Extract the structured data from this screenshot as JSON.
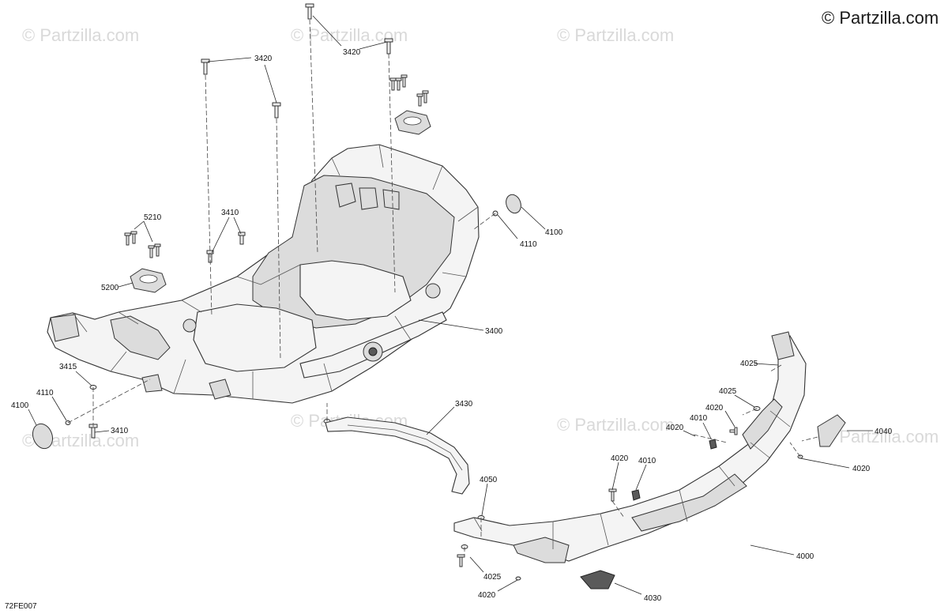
{
  "copyright": "© Partzilla.com",
  "watermark_text": "© Partzilla.com",
  "diagram_code": "72FE007",
  "callouts": [
    {
      "id": "c3420a",
      "label": "3420"
    },
    {
      "id": "c3420b",
      "label": "3420"
    },
    {
      "id": "c5210",
      "label": "5210"
    },
    {
      "id": "c3410a",
      "label": "3410"
    },
    {
      "id": "c5200",
      "label": "5200"
    },
    {
      "id": "c4110a",
      "label": "4110"
    },
    {
      "id": "c4100a",
      "label": "4100"
    },
    {
      "id": "c3400",
      "label": "3400"
    },
    {
      "id": "c3415",
      "label": "3415"
    },
    {
      "id": "c4110b",
      "label": "4110"
    },
    {
      "id": "c4100b",
      "label": "4100"
    },
    {
      "id": "c3410b",
      "label": "3410"
    },
    {
      "id": "c3430",
      "label": "3430"
    },
    {
      "id": "c4025a",
      "label": "4025"
    },
    {
      "id": "c4025b",
      "label": "4025"
    },
    {
      "id": "c4020a",
      "label": "4020"
    },
    {
      "id": "c4010a",
      "label": "4010"
    },
    {
      "id": "c4020b",
      "label": "4020"
    },
    {
      "id": "c4040",
      "label": "4040"
    },
    {
      "id": "c4020c",
      "label": "4020"
    },
    {
      "id": "c4020d",
      "label": "4020"
    },
    {
      "id": "c4010b",
      "label": "4010"
    },
    {
      "id": "c4050",
      "label": "4050"
    },
    {
      "id": "c4000",
      "label": "4000"
    },
    {
      "id": "c4025c",
      "label": "4025"
    },
    {
      "id": "c4030",
      "label": "4030"
    },
    {
      "id": "c4020e",
      "label": "4020"
    }
  ]
}
